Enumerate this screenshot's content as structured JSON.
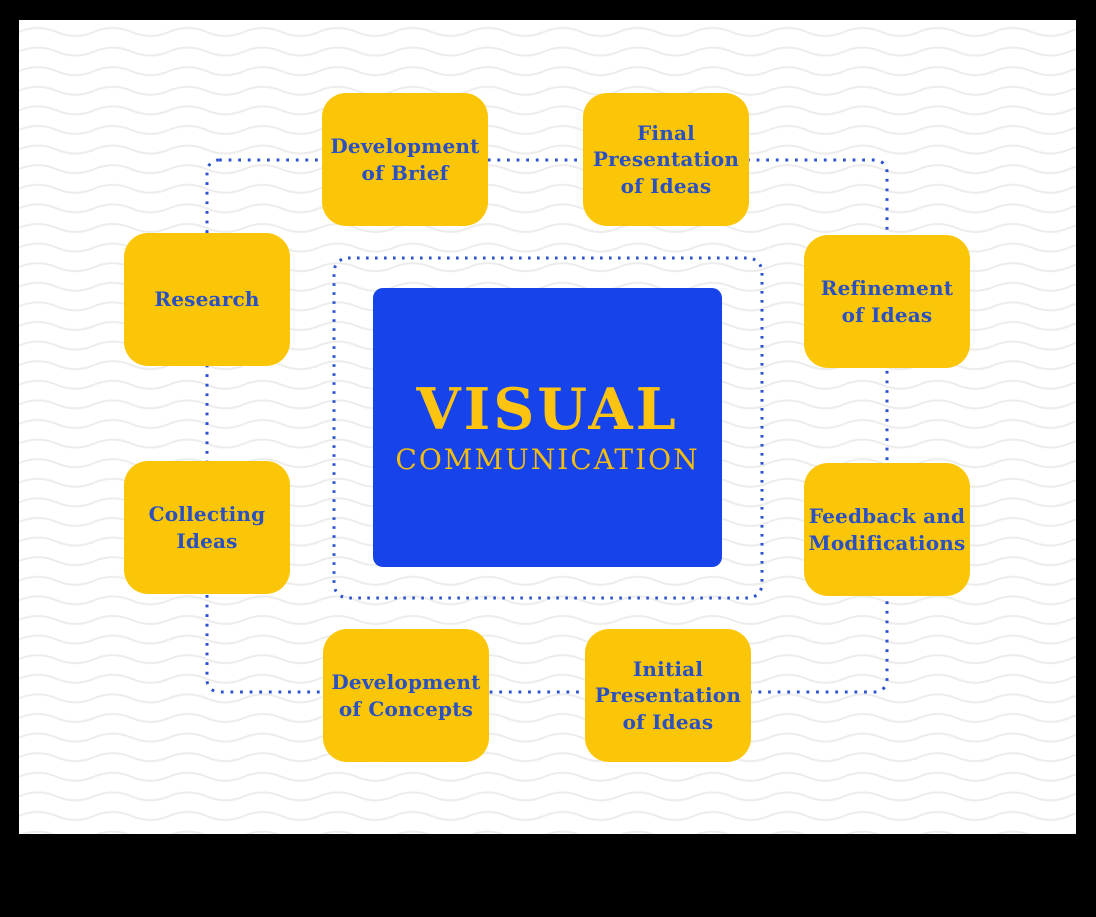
{
  "diagram": {
    "center": {
      "title": "VISUAL",
      "subtitle": "COMMUNICATION"
    },
    "nodes": [
      {
        "id": "development-of-brief",
        "label": [
          "Development",
          "of Brief"
        ]
      },
      {
        "id": "final-presentation-of-ideas",
        "label": [
          "Final",
          "Presentation",
          "of Ideas"
        ]
      },
      {
        "id": "research",
        "label": [
          "Research"
        ]
      },
      {
        "id": "refinement-of-ideas",
        "label": [
          "Refinement",
          "of Ideas"
        ]
      },
      {
        "id": "collecting-ideas",
        "label": [
          "Collecting",
          "Ideas"
        ]
      },
      {
        "id": "feedback-and-modifications",
        "label": [
          "Feedback and",
          "Modifications"
        ]
      },
      {
        "id": "development-of-concepts",
        "label": [
          "Development",
          "of Concepts"
        ]
      },
      {
        "id": "initial-presentation-of-ideas",
        "label": [
          "Initial",
          "Presentation",
          "of Ideas"
        ]
      }
    ],
    "colors": {
      "frame_bg": "#000000",
      "canvas_bg": "#ffffff",
      "wave_line": "#ececec",
      "node_fill": "#fcc608",
      "node_text": "#2b51c0",
      "center_fill": "#1743ea",
      "center_text": "#fcc410",
      "dotted_line": "#2d52d0"
    }
  }
}
